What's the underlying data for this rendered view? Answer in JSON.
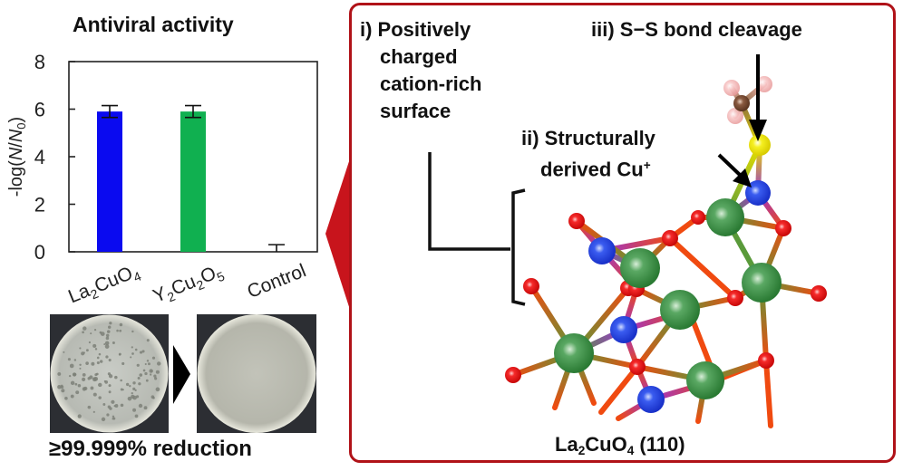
{
  "chart_data": {
    "type": "bar",
    "title": "Antiviral activity",
    "ylabel": "-log(N/N0)",
    "ylabel_parts": {
      "prefix": "-log(",
      "n": "N",
      "slash": "/",
      "n0": "N",
      "n0_sub": "0",
      "suffix": ")"
    },
    "xlabel": "",
    "ylim": [
      0,
      8
    ],
    "yticks": [
      0,
      2,
      4,
      6,
      8
    ],
    "categories": [
      "La2CuO4",
      "Y2Cu2O5",
      "Control"
    ],
    "category_labels": [
      [
        {
          "t": "La"
        },
        {
          "t": "2",
          "sub": true
        },
        {
          "t": "CuO"
        },
        {
          "t": "4",
          "sub": true
        }
      ],
      [
        {
          "t": "Y"
        },
        {
          "t": "2",
          "sub": true
        },
        {
          "t": "Cu"
        },
        {
          "t": "2",
          "sub": true
        },
        {
          "t": "O"
        },
        {
          "t": "5",
          "sub": true
        }
      ],
      [
        {
          "t": "Control"
        }
      ]
    ],
    "values": [
      5.9,
      5.9,
      0.0
    ],
    "errors": [
      0.25,
      0.25,
      0.3
    ],
    "colors": [
      "#0a0af0",
      "#10b050",
      "#000000"
    ],
    "grid": false,
    "legend": "none"
  },
  "photos": {
    "before_label": "plaques present",
    "after_label": "no plaques",
    "reduction_text": "≥99.999% reduction"
  },
  "mechanism": {
    "label_i_line1": "i) Positively",
    "label_i_line2": "charged",
    "label_i_line3": "cation-rich",
    "label_i_line4": "surface",
    "label_iii": "iii) S−S bond cleavage",
    "label_ii_line1": "ii) Structurally",
    "label_ii_line2": "derived Cu",
    "label_ii_sup": "+",
    "structure_label": {
      "a": "La",
      "b": "2",
      "c": "CuO",
      "d": "4",
      "e": " (110)"
    },
    "colors": {
      "frame": "#b01218",
      "La": "#2e8b3a",
      "Cu": "#1f3fe0",
      "O": "#f01010",
      "S": "#f2e600",
      "C": "#7a4a30",
      "H": "#f3b2b2"
    }
  }
}
